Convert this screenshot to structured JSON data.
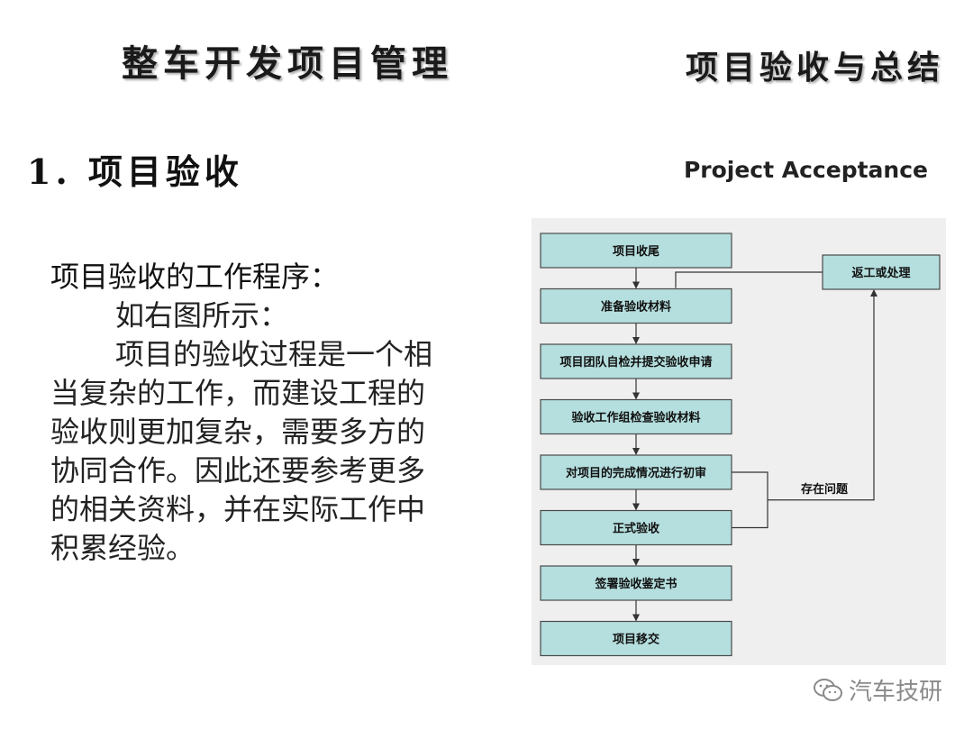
{
  "header": {
    "left_title": "整车开发项目管理",
    "right_title": "项目验收与总结"
  },
  "section": {
    "title": "1. 项目验收",
    "subtitle": "Project Acceptance"
  },
  "body": {
    "heading": "项目验收的工作程序：",
    "line1": "如右图所示：",
    "paragraph": "项目的验收过程是一个相当复杂的工作，而建设工程的验收则更加复杂，需要多方的协同合作。因此还要参考更多的相关资料，并在实际工作中积累经验。"
  },
  "flowchart": {
    "steps": [
      "项目收尾",
      "准备验收材料",
      "项目团队自检并提交验收申请",
      "验收工作组检查验收材料",
      "对项目的完成情况进行初审",
      "正式验收",
      "签署验收鉴定书",
      "项目移交"
    ],
    "rework_box": "返工或处理",
    "issue_label": "存在问题",
    "colors": {
      "box_fill": "#b5dede",
      "box_stroke": "#4a4a4a",
      "line": "#333333"
    }
  },
  "watermark": {
    "text": "汽车技研",
    "icon": "wechat-icon"
  }
}
